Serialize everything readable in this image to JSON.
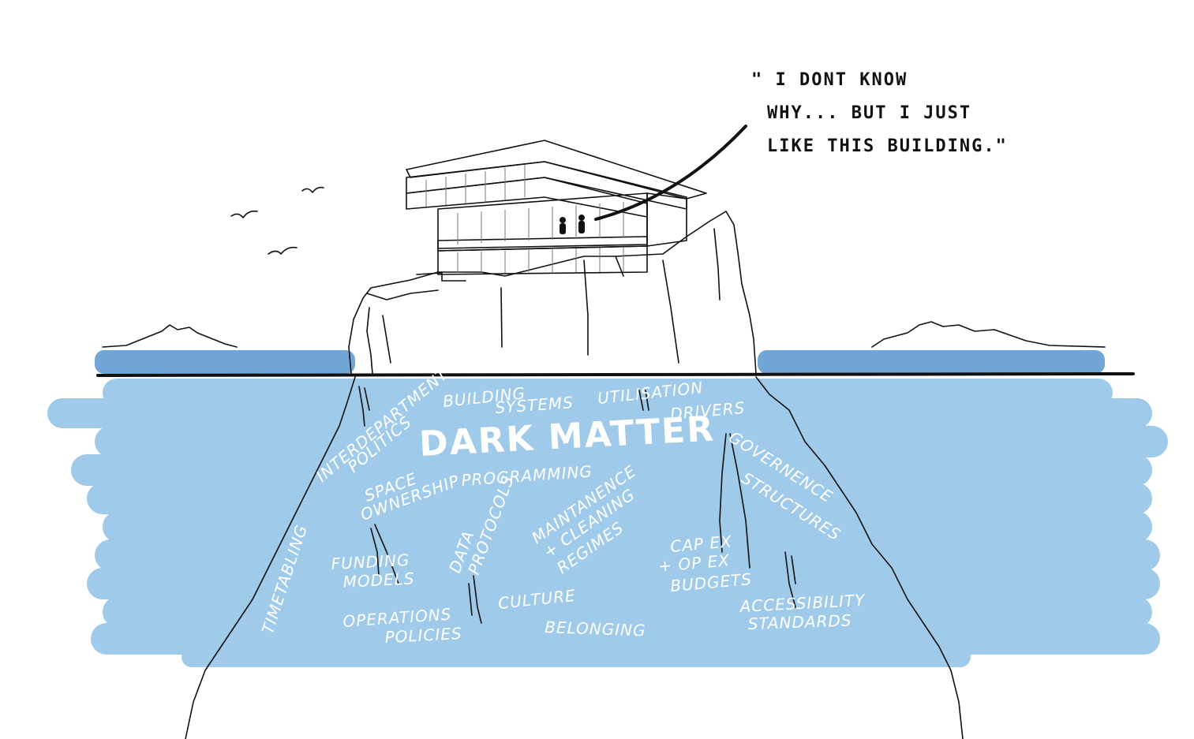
{
  "quote": {
    "lines": [
      "\" I  DONT  KNOW",
      "WHY...  BUT  I  JUST",
      "LIKE THIS BUILDING.\""
    ]
  },
  "title": "DARK MATTER",
  "labels": {
    "building_systems_1": "BUILDING",
    "building_systems_2": "SYSTEMS",
    "utilisation_1": "UTILISATION",
    "utilisation_2": "DRIVERS",
    "interdepartment_1": "INTERDEPARTMENT",
    "interdepartment_2": "POLITICS",
    "governence_1": "GOVERNENCE",
    "governence_2": "STRUCTURES",
    "space_1": "SPACE",
    "space_2": "OWNERSHIP",
    "programming": "PROGRAMMING",
    "maintanence_1": "MAINTANENCE",
    "maintanence_2": "+ CLEANING",
    "maintanence_3": "REGIMES",
    "data_1": "DATA",
    "data_2": "PROTOCOLS",
    "capex_1": "CAP EX",
    "capex_2": "+ OP EX",
    "capex_3": "BUDGETS",
    "timetabling": "TIMETABLING",
    "funding_1": "FUNDING",
    "funding_2": "MODELS",
    "culture": "CULTURE",
    "accessibility_1": "ACCESSIBILITY",
    "accessibility_2": "STANDARDS",
    "operations_1": "OPERATIONS",
    "operations_2": "POLICIES",
    "belonging": "BELONGING"
  },
  "colors": {
    "water_deep": "#6fa6d6",
    "water_light": "#9fcaea",
    "ink": "#111111",
    "text_underwater": "#ffffff"
  }
}
